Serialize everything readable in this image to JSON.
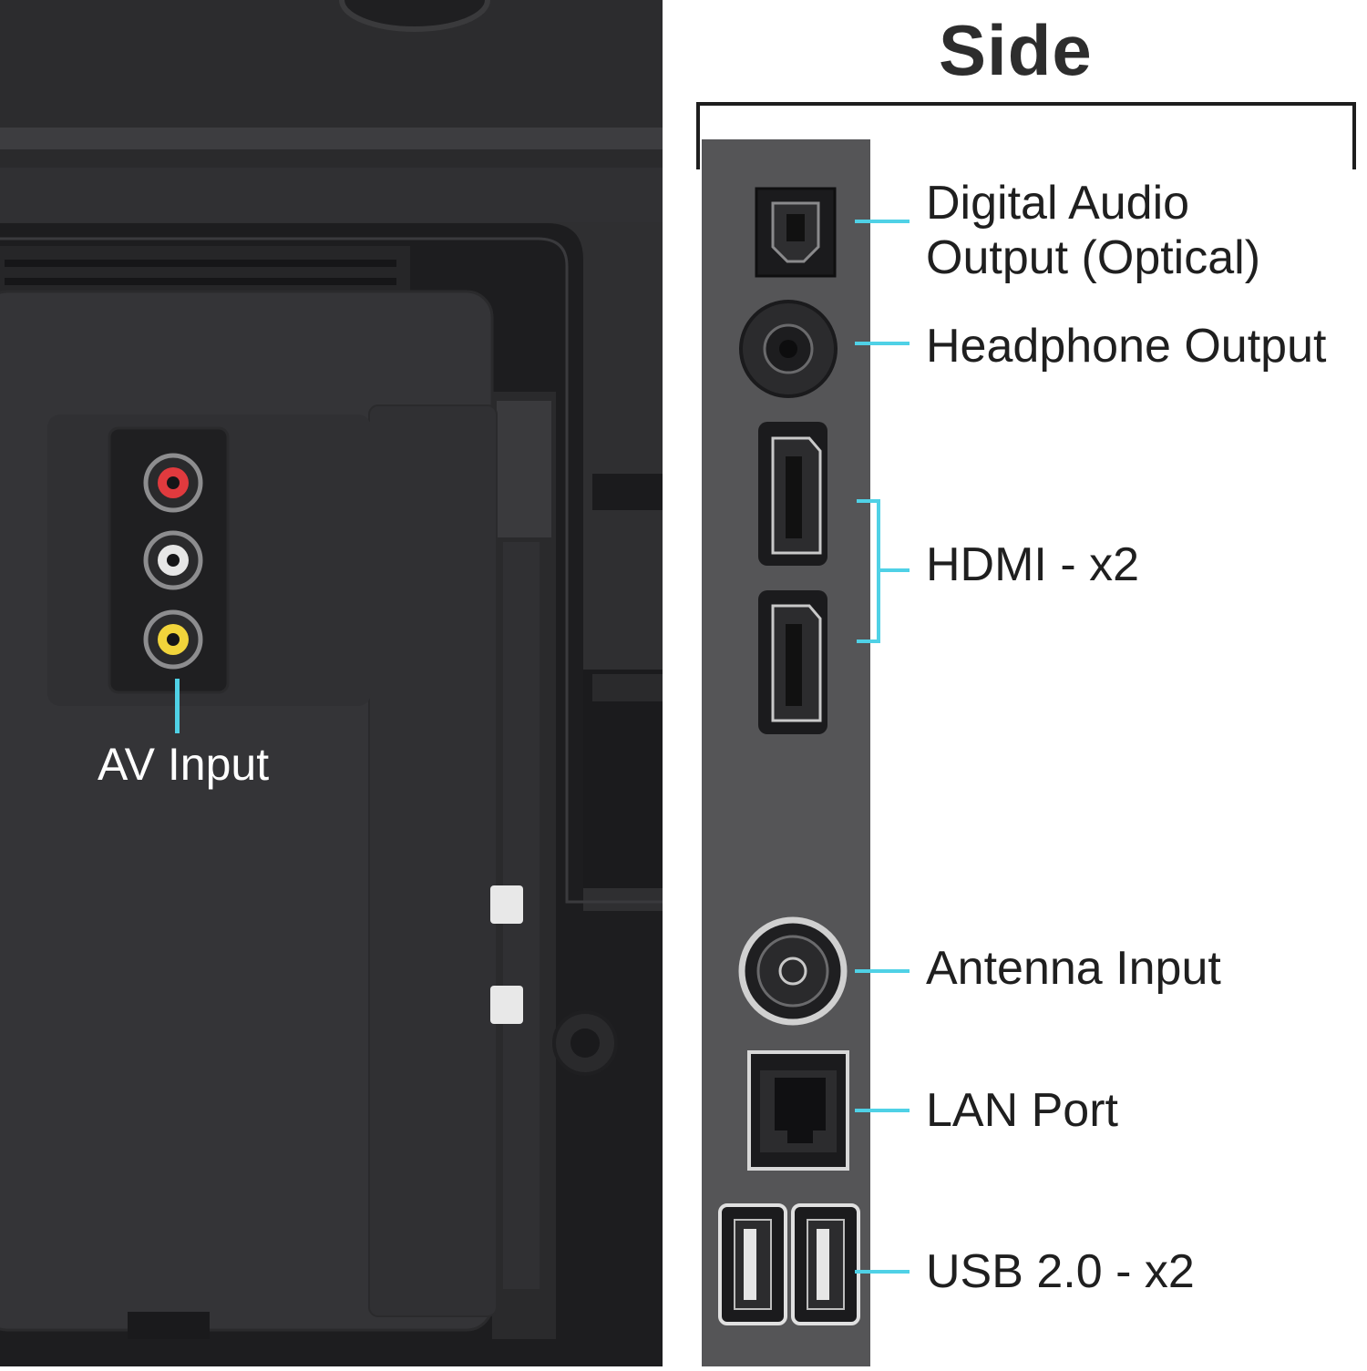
{
  "title": "Side",
  "labels": {
    "digital_audio_line1": "Digital Audio",
    "digital_audio_line2": "Output (Optical)",
    "headphone": "Headphone Output",
    "hdmi": "HDMI - x2",
    "antenna": "Antenna Input",
    "lan": "LAN Port",
    "usb": "USB 2.0 - x2",
    "av_input": "AV Input"
  },
  "colors": {
    "accent": "#4fd1e6",
    "panel_dark": "#2f2f31",
    "panel_side": "#555557",
    "rca_red": "#e03a3e",
    "rca_white": "#e6e6e6",
    "rca_yellow": "#f1d43b"
  }
}
